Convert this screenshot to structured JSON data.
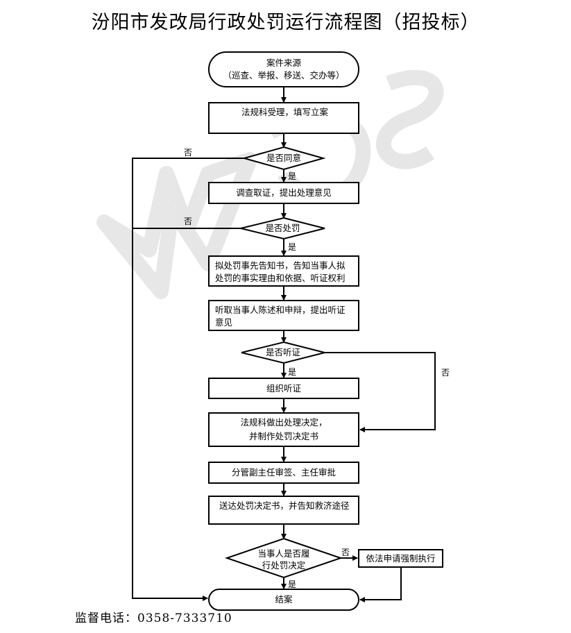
{
  "title": "汾阳市发改局行政处罚运行流程图（招投标）",
  "nodes": {
    "start_line1": "案件来源",
    "start_line2": "（巡查、举报、移送、交办等）",
    "accept": "法规科受理，填写立案",
    "decision_agree": "是否同意",
    "investigate": "调查取证，提出处理意见",
    "decision_punish": "是否处罚",
    "notify": "拟处罚事先告知书，告知当事人拟处罚的事实理由和依据、听证权利",
    "hear_statement": "听取当事人陈述和申辩，提出听证意见",
    "decision_hearing": "是否听证",
    "organize_hearing": "组织听证",
    "decide_line1": "法规科做出处理决定，",
    "decide_line2": "并制作处罚决定书",
    "approve": "分管副主任审签、主任审批",
    "deliver": "送达处罚决定书，并告知救济途径",
    "decision_comply_line1": "当事人是否履",
    "decision_comply_line2": "行处罚决定",
    "enforce": "依法申请强制执行",
    "end": "结案"
  },
  "labels": {
    "yes": "是",
    "no": "否"
  },
  "footer": "监督电话：0358-7333710",
  "watermark": "WPS"
}
